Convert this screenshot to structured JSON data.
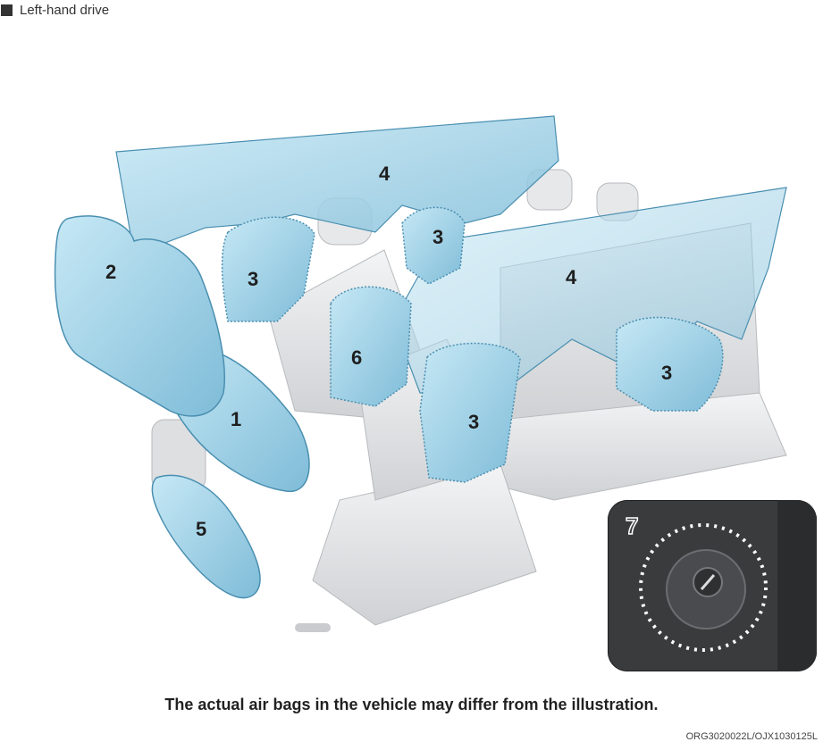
{
  "header": {
    "label": "Left-hand drive"
  },
  "airbags": {
    "numbers": [
      "1",
      "2",
      "3",
      "4",
      "5",
      "6"
    ]
  },
  "inset": {
    "number": "7"
  },
  "caption": "The actual air bags in the vehicle may differ from the illustration.",
  "image_code": "ORG3020022L/OJX1030125L",
  "colors": {
    "airbag_fill": "#9fd3e8",
    "airbag_stroke": "#4a8fb0",
    "seat": "#e2e3e5",
    "inset_bg": "#3a3b3d"
  }
}
